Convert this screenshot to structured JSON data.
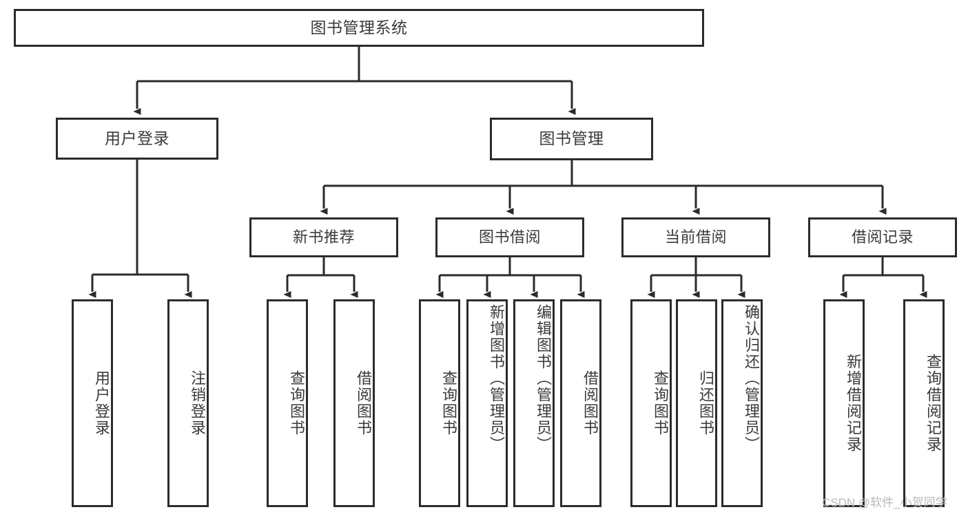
{
  "diagram": {
    "type": "tree-hierarchy-diagram",
    "title": "图书管理系统",
    "colors": {
      "background": "#ffffff",
      "box_border": "#2b2b2b",
      "box_fill": "#ffffff",
      "text": "#3a3a3a",
      "connector": "#2b2b2b",
      "watermark": "#b9b9b9"
    },
    "root": {
      "label": "图书管理系统"
    },
    "level1": [
      {
        "label": "用户登录"
      },
      {
        "label": "图书管理"
      }
    ],
    "level2": [
      {
        "label": "新书推荐"
      },
      {
        "label": "图书借阅"
      },
      {
        "label": "当前借阅"
      },
      {
        "label": "借阅记录"
      }
    ],
    "leaves": {
      "user_login": [
        {
          "label": "用户登录"
        },
        {
          "label": "注销登录"
        }
      ],
      "new_book_recommend": [
        {
          "label": "查询图书"
        },
        {
          "label": "借阅图书"
        }
      ],
      "book_borrow": [
        {
          "label": "查询图书"
        },
        {
          "label": "新增图书（管理员）"
        },
        {
          "label": "编辑图书（管理员）"
        },
        {
          "label": "借阅图书"
        }
      ],
      "current_borrow": [
        {
          "label": "查询图书"
        },
        {
          "label": "归还图书"
        },
        {
          "label": "确认归还（管理员）"
        }
      ],
      "borrow_record": [
        {
          "label": "新增借阅记录"
        },
        {
          "label": "查询借阅记录"
        }
      ]
    },
    "watermark": "CSDN @软件_小贺同学"
  }
}
